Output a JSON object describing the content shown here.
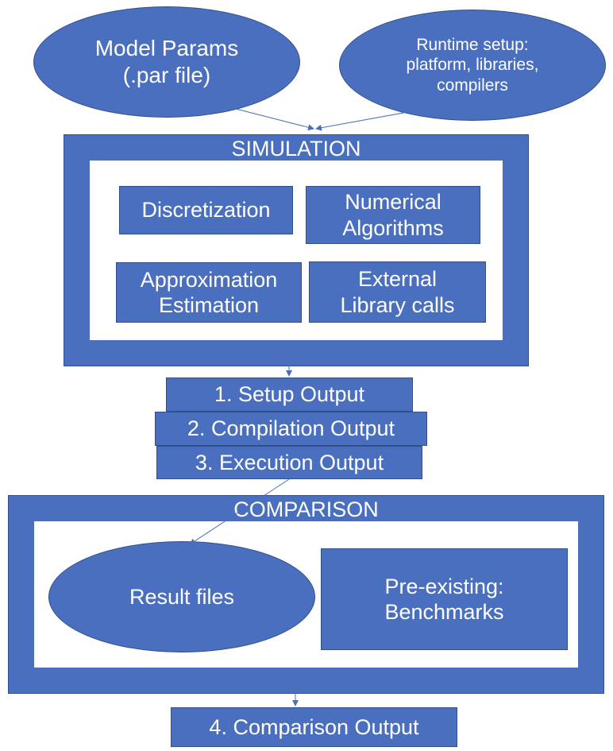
{
  "inputs": {
    "model_params": "Model Params\n(.par file)",
    "runtime_setup": "Runtime setup:\nplatform, libraries,\ncompilers"
  },
  "simulation": {
    "title": "SIMULATION",
    "blocks": {
      "discretization": "Discretization",
      "numerical_algorithms": "Numerical\nAlgorithms",
      "approximation": "Approximation\nEstimation",
      "external_library": "External\nLibrary calls"
    }
  },
  "outputs": {
    "setup": "1.  Setup Output",
    "compilation": "2.  Compilation Output",
    "execution": "3.  Execution Output"
  },
  "comparison": {
    "title": "COMPARISON",
    "result_files": "Result files",
    "benchmarks": "Pre-existing:\nBenchmarks"
  },
  "final_output": "4.  Comparison Output",
  "colors": {
    "fill": "#4a6fbf",
    "border": "#2f4f8f",
    "text": "#ffffff",
    "arrow": "#4a6fbf"
  }
}
